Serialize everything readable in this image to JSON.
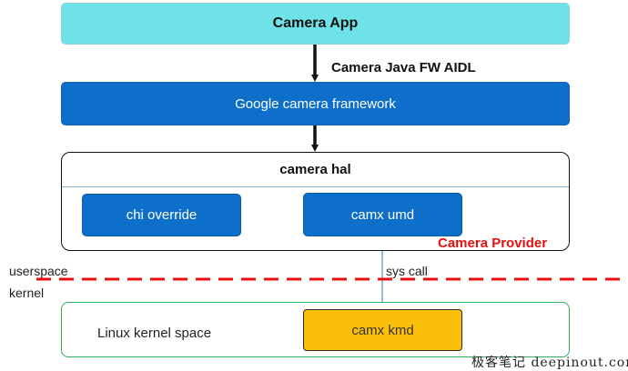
{
  "boxes": {
    "camera_app": "Camera App",
    "google_camera_framework": "Google camera framework",
    "camera_hal": "camera hal",
    "chi_override": "chi override",
    "camx_umd": "camx umd",
    "linux_kernel_space": "Linux kernel space",
    "camx_kmd": "camx kmd"
  },
  "labels": {
    "aidl": "Camera Java FW AIDL",
    "camera_provider": "Camera Provider",
    "sys_call": "sys call",
    "userspace": "userspace",
    "kernel": "kernel"
  },
  "watermark": "极客笔记 deepinout.com",
  "colors": {
    "app_fill": "#6fe2e8",
    "blue_fill": "#0d6fca",
    "kmd_fill": "#fbbf0a",
    "provider_text": "#e8100f",
    "divider": "#e8100f",
    "kernel_border": "#2fae5c"
  }
}
